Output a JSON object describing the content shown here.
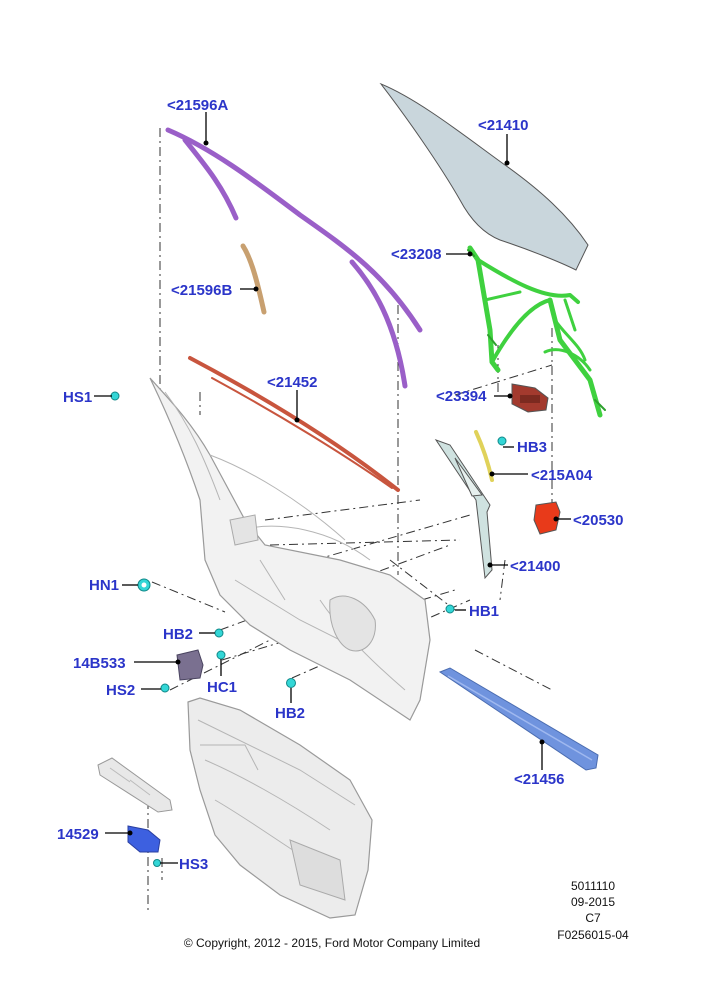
{
  "labels": {
    "p21596a": "<21596A",
    "p21410": "<21410",
    "p23208": "<23208",
    "p21596b": "<21596B",
    "p21452": "<21452",
    "phs1": "HS1",
    "p23394": "<23394",
    "phb3": "HB3",
    "p215a04": "<215A04",
    "p20530": "<20530",
    "p21400": "<21400",
    "phn1": "HN1",
    "phb1": "HB1",
    "phb2a": "HB2",
    "p14b533": "14B533",
    "phc1": "HC1",
    "phs2": "HS2",
    "phb2b": "HB2",
    "p21456": "<21456",
    "p14529": "14529",
    "phs3": "HS3"
  },
  "meta": {
    "line1": "5011110",
    "line2": "09-2015",
    "line3": "C7",
    "line4": "F0256015-04"
  },
  "copyright": "© Copyright, 2012 - 2015, Ford Motor Company Limited",
  "colors": {
    "label": "#2b35c9",
    "glass": "#c9d6dc",
    "regulator": "#3fd13f",
    "weatherstrip_purple": "#9a5fc8",
    "belt_seal": "#c8553e",
    "motor": "#a33a2e",
    "channel": "#e0d25a",
    "red_part": "#e83a1a",
    "lower_seal": "#6f93de",
    "clip": "#33d6d6",
    "module": "#7a7090",
    "switch": "#3d60e0",
    "door_shell": "#f2f2f2",
    "trim_panel": "#ececec",
    "strip_tan": "#c8a070"
  }
}
